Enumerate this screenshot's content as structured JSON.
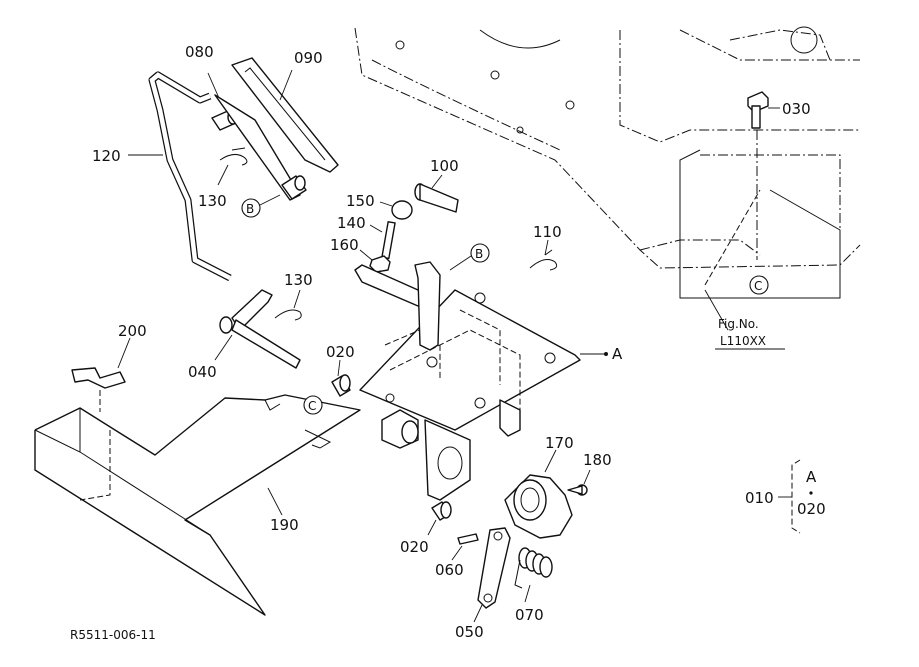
{
  "labels": {
    "p080": "080",
    "p090": "090",
    "p120": "120",
    "p130_top": "130",
    "p130_mid": "130",
    "p100": "100",
    "p150": "150",
    "p140": "140",
    "p160": "160",
    "p110": "110",
    "p200": "200",
    "p040": "040",
    "p020_mid": "020",
    "p020_low": "020",
    "p170": "170",
    "p180": "180",
    "p190": "190",
    "p060": "060",
    "p070": "070",
    "p050": "050",
    "p030": "030",
    "ref_a_main": "A",
    "ref_b_top": "B",
    "ref_b_mid": "B",
    "ref_c_plate": "C",
    "ref_c_right": "C",
    "fig_no": "Fig.No.",
    "fig_code": "L110XX",
    "legend_010": "010",
    "legend_a": "A",
    "legend_020": "020",
    "drawing_code": "R5511-006-11"
  }
}
